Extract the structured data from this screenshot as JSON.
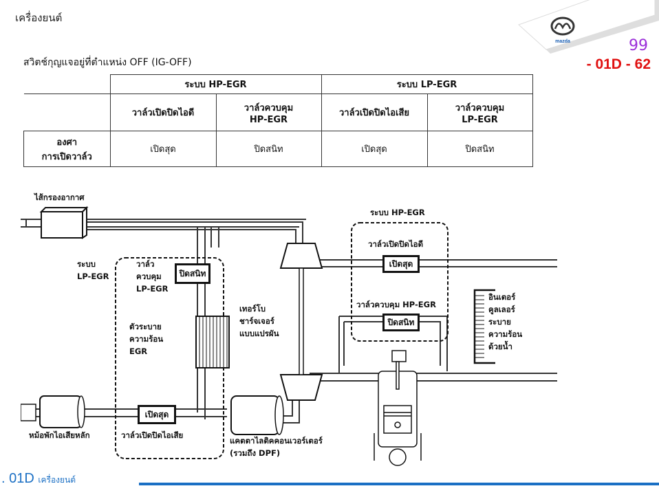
{
  "header": {
    "title": "เครื่องยนต์",
    "page_number": "99",
    "section_code": "- 01D - 62",
    "brand": "mazda"
  },
  "subtitle": "สวิตช์กุญแจอยู่ที่ตำแหน่ง OFF (IG-OFF)",
  "table": {
    "groups": [
      "ระบบ HP-EGR",
      "ระบบ LP-EGR"
    ],
    "columns": [
      {
        "line1": "วาล์วเปิดปิดไอดี",
        "line2": ""
      },
      {
        "line1": "วาล์วควบคุม",
        "line2": "HP-EGR"
      },
      {
        "line1": "วาล์วเปิดปิดไอเสีย",
        "line2": ""
      },
      {
        "line1": "วาล์วควบคุม",
        "line2": "LP-EGR"
      }
    ],
    "row_label": {
      "line1": "องศา",
      "line2": "การเปิดวาล์ว"
    },
    "values": [
      "เปิดสุด",
      "ปิดสนิท",
      "เปิดสุด",
      "ปิดสนิท"
    ]
  },
  "diagram": {
    "air_filter": "ไส้กรองอากาศ",
    "lp_system": {
      "line1": "ระบบ",
      "line2": "LP-EGR"
    },
    "lp_valve_label": {
      "line1": "วาล์ว",
      "line2": "ควบคุม",
      "line3": "LP-EGR"
    },
    "lp_valve_state": "ปิดสนิท",
    "egr_cooler": {
      "line1": "ตัวระบาย",
      "line2": "ความร้อน",
      "line3": "EGR"
    },
    "exhaust_valve_state": "เปิดสุด",
    "exhaust_valve_label": "วาล์วเปิดปิดไอเสีย",
    "main_silencer": "หม้อพักไอเสียหลัก",
    "catalytic": {
      "line1": "แคตตาไลติคคอนเวอร์เตอร์",
      "line2": "(รวมถึง DPF)"
    },
    "turbo": {
      "line1": "เทอร์โบ",
      "line2": "ชาร์จเจอร์",
      "line3": "แบบแปรผัน"
    },
    "hp_system": "ระบบ HP-EGR",
    "intake_valve_label": "วาล์วเปิดปิดไอดี",
    "intake_valve_state": "เปิดสุด",
    "hp_valve_label": "วาล์วควบคุม HP-EGR",
    "hp_valve_state": "ปิดสนิท",
    "intercooler": {
      "line1": "อินเตอร์",
      "line2": "คูลเลอร์",
      "line3": "ระบาย",
      "line4": "ความร้อน",
      "line5": "ด้วยน้ำ"
    }
  },
  "footer": {
    "code": ". 01D",
    "title": "เครื่องยนต์"
  }
}
